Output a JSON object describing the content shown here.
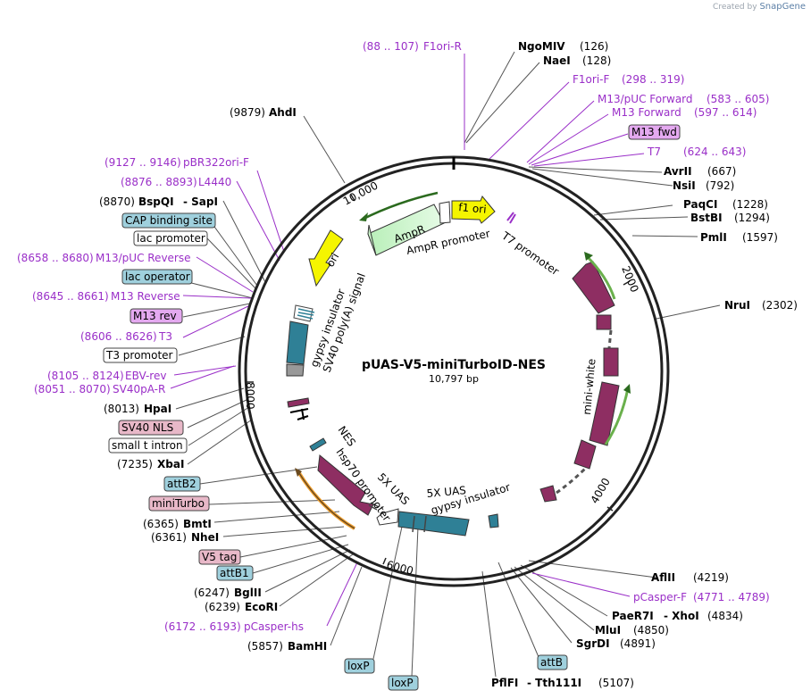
{
  "credit": {
    "prefix": "Created by",
    "brand": "SnapGene"
  },
  "plasmid": {
    "name": "pUAS-V5-miniTurboID-NES",
    "length": "10,797 bp"
  },
  "ticks": [
    "10,000",
    "2000",
    "4000",
    "6000",
    "8000"
  ],
  "enzymes": {
    "ngomiv": {
      "name": "NgoMIV",
      "pos": "(126)"
    },
    "naei": {
      "name": "NaeI",
      "pos": "(128)"
    },
    "ahdi": {
      "name": "AhdI",
      "pos": "(9879)"
    },
    "avrii": {
      "name": "AvrII",
      "pos": "(667)"
    },
    "nsii": {
      "name": "NsiI",
      "pos": "(792)"
    },
    "paqci": {
      "name": "PaqCI",
      "pos": "(1228)"
    },
    "bstbi": {
      "name": "BstBI",
      "pos": "(1294)"
    },
    "pmli": {
      "name": "PmlI",
      "pos": "(1597)"
    },
    "nrui": {
      "name": "NruI",
      "pos": "(2302)"
    },
    "bspqi": {
      "name": "BspQI",
      "sep": "- SapI",
      "pos": "(8870)"
    },
    "hpai": {
      "name": "HpaI",
      "pos": "(8013)"
    },
    "xbai": {
      "name": "XbaI",
      "pos": "(7235)"
    },
    "bmti": {
      "name": "BmtI",
      "pos": "(6365)"
    },
    "nhei": {
      "name": "NheI",
      "pos": "(6361)"
    },
    "bglii": {
      "name": "BglII",
      "pos": "(6247)"
    },
    "ecori": {
      "name": "EcoRI",
      "pos": "(6239)"
    },
    "bamhi": {
      "name": "BamHI",
      "pos": "(5857)"
    },
    "aflii": {
      "name": "AflII",
      "pos": "(4219)"
    },
    "paer7i": {
      "name": "PaeR7I",
      "sep": "- XhoI",
      "pos": "(4834)"
    },
    "mlui": {
      "name": "MluI",
      "pos": "(4850)"
    },
    "sgrdi": {
      "name": "SgrDI",
      "pos": "(4891)"
    },
    "pflfi": {
      "name": "PflFI",
      "sep": "- Tth111I",
      "pos": "(5107)"
    }
  },
  "primers": {
    "f1ori_r": {
      "range": "(88 .. 107)",
      "name": "F1ori-R"
    },
    "f1ori_f": {
      "name": "F1ori-F",
      "range": "(298 .. 319)"
    },
    "m13puc_f": {
      "name": "M13/pUC Forward",
      "range": "(583 .. 605)"
    },
    "m13_f": {
      "name": "M13 Forward",
      "range": "(597 .. 614)"
    },
    "t7": {
      "name": "T7",
      "range": "(624 .. 643)"
    },
    "pbr322": {
      "range": "(9127 .. 9146)",
      "name": "pBR322ori-F"
    },
    "l4440": {
      "range": "(8876 .. 8893)",
      "name": "L4440"
    },
    "m13puc_r": {
      "range": "(8658 .. 8680)",
      "name": "M13/pUC Reverse"
    },
    "m13_r": {
      "range": "(8645 .. 8661)",
      "name": "M13 Reverse"
    },
    "t3": {
      "range": "(8606 .. 8626)",
      "name": "T3"
    },
    "ebv": {
      "range": "(8105 .. 8124)",
      "name": "EBV-rev"
    },
    "sv40pa": {
      "range": "(8051 .. 8070)",
      "name": "SV40pA-R"
    },
    "pcasper_f": {
      "name": "pCasper-F",
      "range": "(4771 .. 4789)"
    },
    "pcasper_hs": {
      "range": "(6172 .. 6193)",
      "name": "pCasper-hs"
    }
  },
  "boxes": {
    "m13fwd": "M13 fwd",
    "cap": "CAP binding site",
    "lacprom": "lac promoter",
    "lacop": "lac operator",
    "m13rev": "M13 rev",
    "t3prom": "T3 promoter",
    "sv40nls": "SV40 NLS",
    "smallt": "small t intron",
    "attb2": "attB2",
    "miniturbo": "miniTurbo",
    "v5tag": "V5 tag",
    "attb1": "attB1",
    "loxp1": "loxP",
    "loxp2": "loxP",
    "attb": "attB"
  },
  "features": {
    "f1ori": "f1 ori",
    "ampr": "AmpR",
    "ampr_prom": "AmpR promoter",
    "ori": "ori",
    "t7prom": "T7 promoter",
    "gypsy1": "gypsy insulator",
    "sv40pa": "SV40 poly(A) signal",
    "miniwhite": "mini-white",
    "nes": "NES",
    "hsp70": "hsp70 promoter",
    "uas1": "5X UAS",
    "uas2": "5X UAS",
    "gypsy2": "gypsy insulator"
  },
  "colors": {
    "primer": "#9a2fc8",
    "teal": "#2f8096",
    "maroon": "#8e2e62",
    "ampr": "#ccf5cc",
    "ori": "#f5f500",
    "feature_arrow": "#6ab04c",
    "box_blue": "#9fd0dd",
    "box_pink": "#e8b8c8",
    "box_violet": "#e4a9f0"
  }
}
